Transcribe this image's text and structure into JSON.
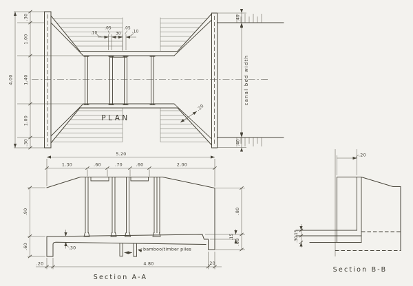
{
  "plan": {
    "title": "PLAN",
    "overall_height": "4.00",
    "left_dims": [
      ".30",
      "1.00",
      "1.40",
      "1.00",
      ".30"
    ],
    "groove_dims": [
      ".10",
      ".05",
      "30",
      ".05",
      ".10"
    ],
    "canal_bed_label": "canal bed width",
    "bank_offset_top": ".40",
    "bank_offset_bottom": ".40",
    "wing_wall_thickness": ".20"
  },
  "section_aa": {
    "title": "Section A-A",
    "overall_width": "5.20",
    "width_dims": [
      "1.30",
      ".60",
      ".70",
      ".60",
      "2.00"
    ],
    "left_height_dims": [
      ".90",
      ".60"
    ],
    "right_height_dims": [
      ".80",
      ".15",
      ".60"
    ],
    "floor_thickness": ".30",
    "bottom_dims": [
      ".20",
      "4.80",
      ".20"
    ],
    "piles_label": "bamboo/timber piles"
  },
  "section_bb": {
    "title": "Section B-B",
    "wall_thickness": ".20",
    "left_dims": [
      ".15",
      ".30"
    ]
  }
}
